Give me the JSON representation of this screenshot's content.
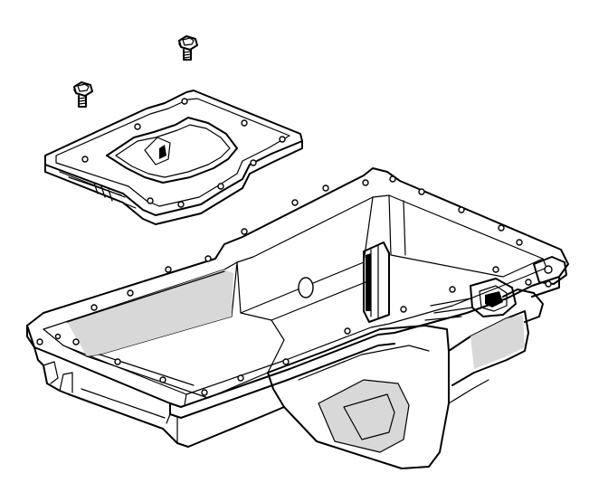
{
  "diagram": {
    "parts": [
      {
        "id": "bolt-1",
        "icon": "bolt-icon"
      },
      {
        "id": "bolt-2",
        "icon": "bolt-icon"
      },
      {
        "id": "oil-pan-baffle",
        "icon": "baffle-plate-icon"
      },
      {
        "id": "oil-pan",
        "icon": "oil-pan-icon"
      }
    ],
    "colors": {
      "line": "#000000",
      "background": "#ffffff",
      "shade": "#d8d8d8"
    }
  }
}
